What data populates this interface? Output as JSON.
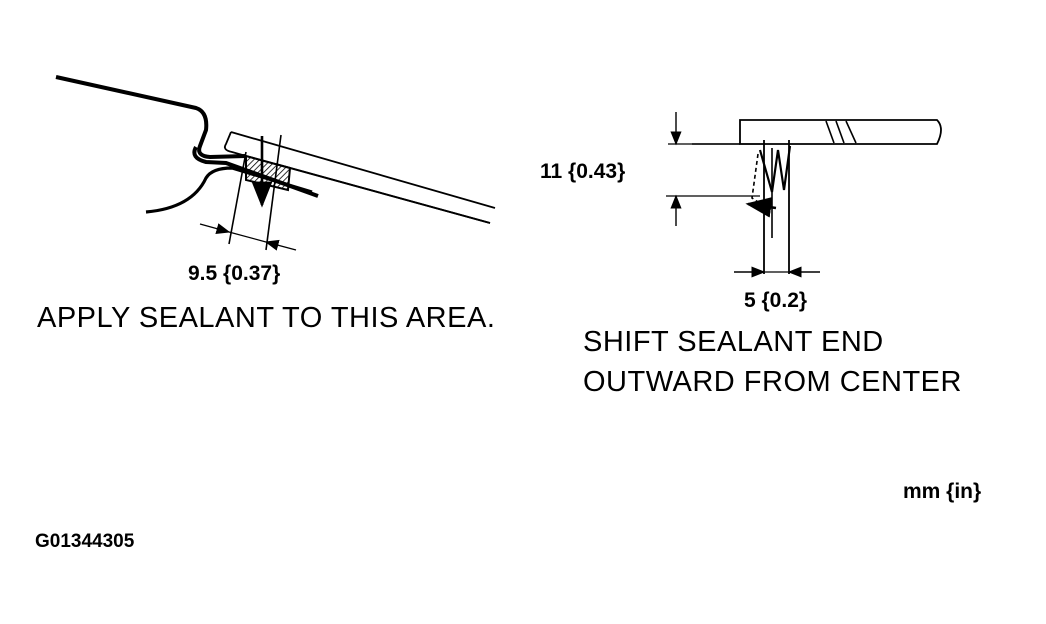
{
  "left_detail": {
    "dimension": "9.5 {0.37}",
    "caption": "APPLY SEALANT TO THIS AREA."
  },
  "right_detail": {
    "dimension_vertical": "11 {0.43}",
    "dimension_horizontal": "5 {0.2}",
    "caption_line1": "SHIFT SEALANT END",
    "caption_line2": "OUTWARD FROM CENTER"
  },
  "units_note": "mm {in}",
  "figure_code": "G01344305",
  "colors": {
    "ink": "#000000",
    "background": "#ffffff"
  }
}
